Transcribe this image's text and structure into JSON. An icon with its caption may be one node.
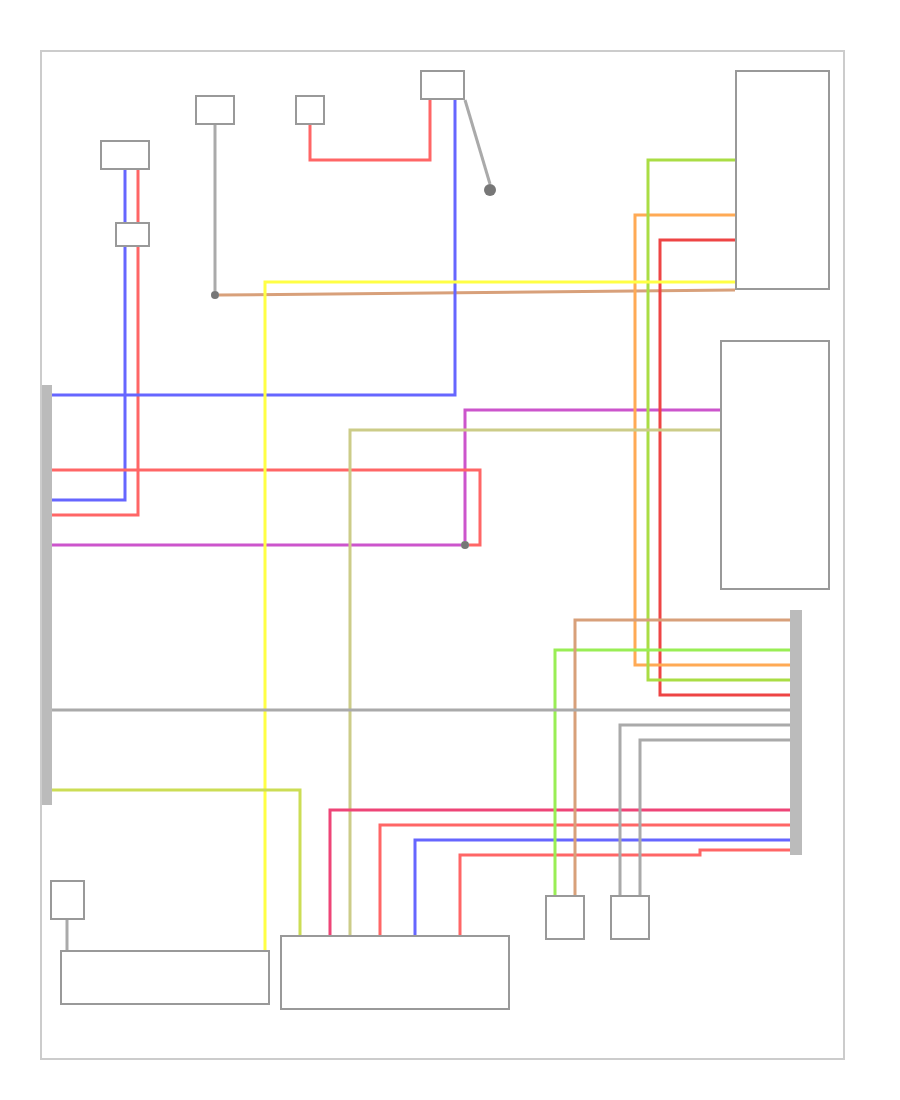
{
  "diagram": {
    "nodes": [
      {
        "text": [],
        "shape": "box"
      },
      {
        "text": [],
        "shape": "box"
      },
      {
        "text": [],
        "shape": "box"
      },
      {
        "text": [],
        "shape": "box"
      },
      {
        "text": [],
        "shape": "box"
      },
      {
        "text": [],
        "shape": "circle"
      },
      {
        "text": [],
        "shape": "box"
      },
      {
        "text": [],
        "shape": "box"
      },
      {
        "text": [],
        "shape": "bar"
      },
      {
        "text": [],
        "shape": "bar"
      },
      {
        "text": [],
        "shape": "box"
      },
      {
        "text": [],
        "shape": "box"
      },
      {
        "text": [],
        "shape": "box"
      },
      {
        "text": [],
        "shape": "box"
      },
      {
        "text": [],
        "shape": "box"
      },
      {
        "text": [],
        "shape": "circle"
      },
      {
        "text": [],
        "shape": "circle"
      }
    ],
    "edges": [
      {
        "from": 0,
        "to": 1,
        "arrow": "none",
        "color": "#6666ff"
      },
      {
        "from": 0,
        "to": 1,
        "arrow": "none",
        "color": "#ff6666"
      },
      {
        "from": 1,
        "to": 8,
        "arrow": "none",
        "color": "#6666ff"
      },
      {
        "from": 1,
        "to": 8,
        "arrow": "none",
        "color": "#ff6666"
      },
      {
        "from": 2,
        "to": 15,
        "arrow": "none",
        "color": "#aaaaaa"
      },
      {
        "from": 15,
        "to": 6,
        "arrow": "none",
        "color": "#d8a07a"
      },
      {
        "from": 3,
        "to": 4,
        "arrow": "none",
        "color": "#ff6666"
      },
      {
        "from": 4,
        "to": 8,
        "arrow": "none",
        "color": "#6666ff"
      },
      {
        "from": 4,
        "to": 5,
        "arrow": "none",
        "color": "#aaaaaa"
      },
      {
        "from": 8,
        "to": 16,
        "arrow": "none",
        "color": "#cc55cc"
      },
      {
        "from": 16,
        "to": 7,
        "arrow": "none",
        "color": "#cc55cc"
      },
      {
        "from": 8,
        "to": 16,
        "arrow": "none",
        "color": "#ff6666"
      },
      {
        "from": 6,
        "to": 9,
        "arrow": "none",
        "color": "#ee4444"
      },
      {
        "from": 6,
        "to": 9,
        "arrow": "none",
        "color": "#ffaa55"
      },
      {
        "from": 6,
        "to": 9,
        "arrow": "none",
        "color": "#aadd44"
      },
      {
        "from": 6,
        "to": 10,
        "arrow": "none",
        "color": "#ffff44"
      },
      {
        "from": 7,
        "to": 12,
        "arrow": "none",
        "color": "#cccc88"
      },
      {
        "from": 8,
        "to": 12,
        "arrow": "none",
        "color": "#ccdd55"
      },
      {
        "from": 12,
        "to": 9,
        "arrow": "none",
        "color": "#ee4477"
      },
      {
        "from": 12,
        "to": 9,
        "arrow": "none",
        "color": "#ff6666"
      },
      {
        "from": 12,
        "to": 9,
        "arrow": "none",
        "color": "#6666ff"
      },
      {
        "from": 12,
        "to": 9,
        "arrow": "none",
        "color": "#ff6666"
      },
      {
        "from": 13,
        "to": 9,
        "arrow": "none",
        "color": "#99ee55"
      },
      {
        "from": 13,
        "to": 9,
        "arrow": "none",
        "color": "#d8a07a"
      },
      {
        "from": 14,
        "to": 9,
        "arrow": "none",
        "color": "#aaaaaa"
      },
      {
        "from": 14,
        "to": 9,
        "arrow": "none",
        "color": "#aaaaaa"
      },
      {
        "from": 8,
        "to": 9,
        "arrow": "none",
        "color": "#aaaaaa"
      },
      {
        "from": 11,
        "to": 10,
        "arrow": "none",
        "color": "#aaaaaa"
      }
    ]
  }
}
